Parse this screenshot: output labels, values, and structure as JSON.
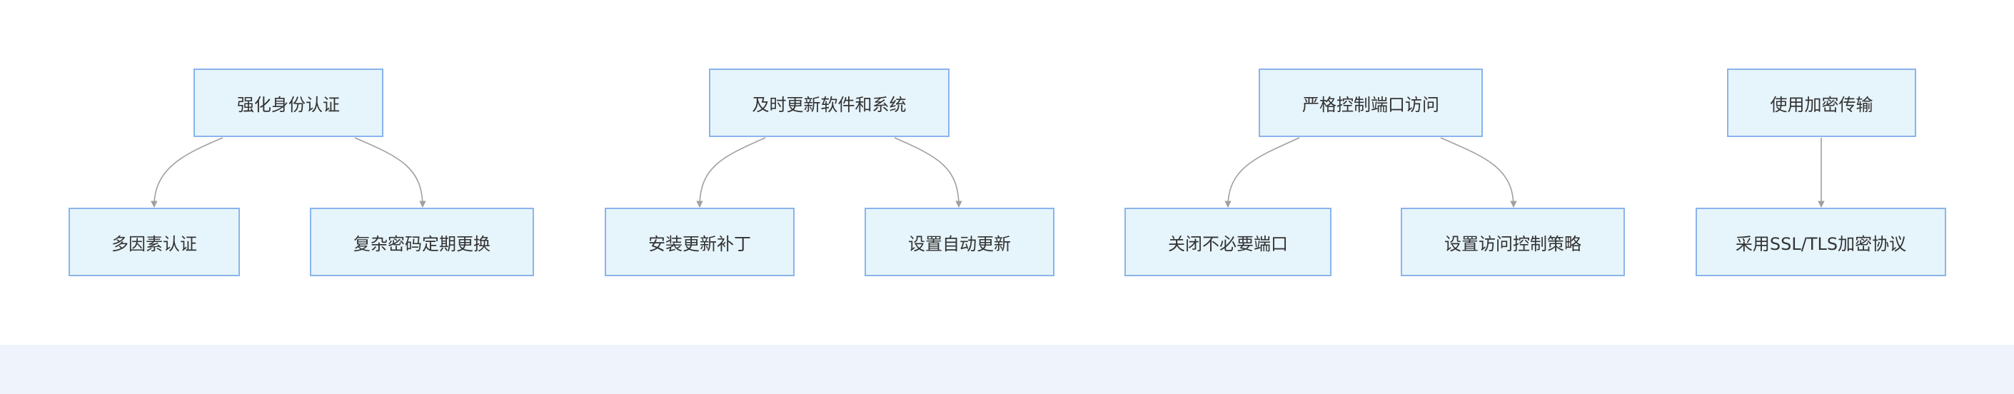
{
  "colors": {
    "node_fill": "#e6f4fb",
    "node_border": "#8ab4ec",
    "edge": "#a0a0a0",
    "text": "#333333",
    "bottom_band": "#eff3fb"
  },
  "diagram": {
    "groups": [
      {
        "parent": "强化身份认证",
        "children": [
          "多因素认证",
          "复杂密码定期更换"
        ]
      },
      {
        "parent": "及时更新软件和系统",
        "children": [
          "安装更新补丁",
          "设置自动更新"
        ]
      },
      {
        "parent": "严格控制端口访问",
        "children": [
          "关闭不必要端口",
          "设置访问控制策略"
        ]
      },
      {
        "parent": "使用加密传输",
        "children": [
          "采用SSL/TLS加密协议"
        ]
      }
    ]
  }
}
